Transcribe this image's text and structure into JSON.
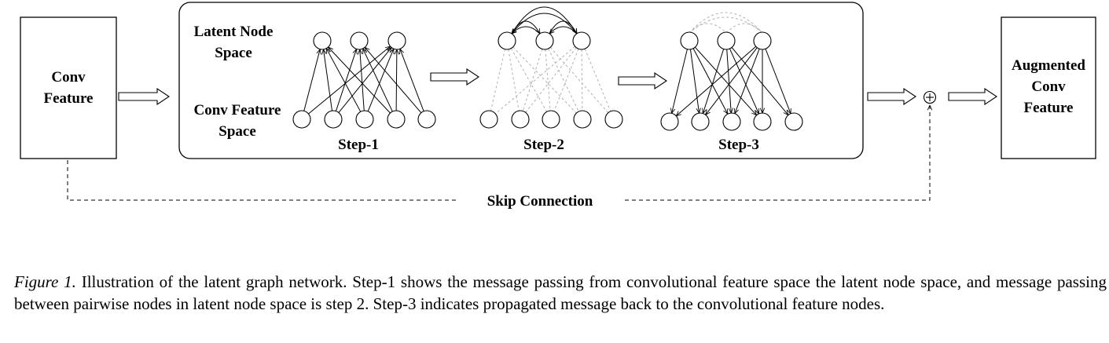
{
  "diagram": {
    "input_box_label": [
      "Conv",
      "Feature"
    ],
    "output_box_label": [
      "Augmented",
      "Conv",
      "Feature"
    ],
    "latent_space_label": [
      "Latent Node",
      "Space"
    ],
    "conv_space_label": [
      "Conv Feature",
      "Space"
    ],
    "steps": [
      "Step-1",
      "Step-2",
      "Step-3"
    ],
    "skip_label": "Skip Connection",
    "sum_symbol": "⊕"
  },
  "caption": {
    "figure_label": "Figure 1.",
    "text": " Illustration of the latent graph network. Step-1 shows the message passing from convolutional feature space the latent node space, and message passing between pairwise nodes in latent node space is step 2. Step-3 indicates propagated message back to the convolutional feature nodes."
  }
}
